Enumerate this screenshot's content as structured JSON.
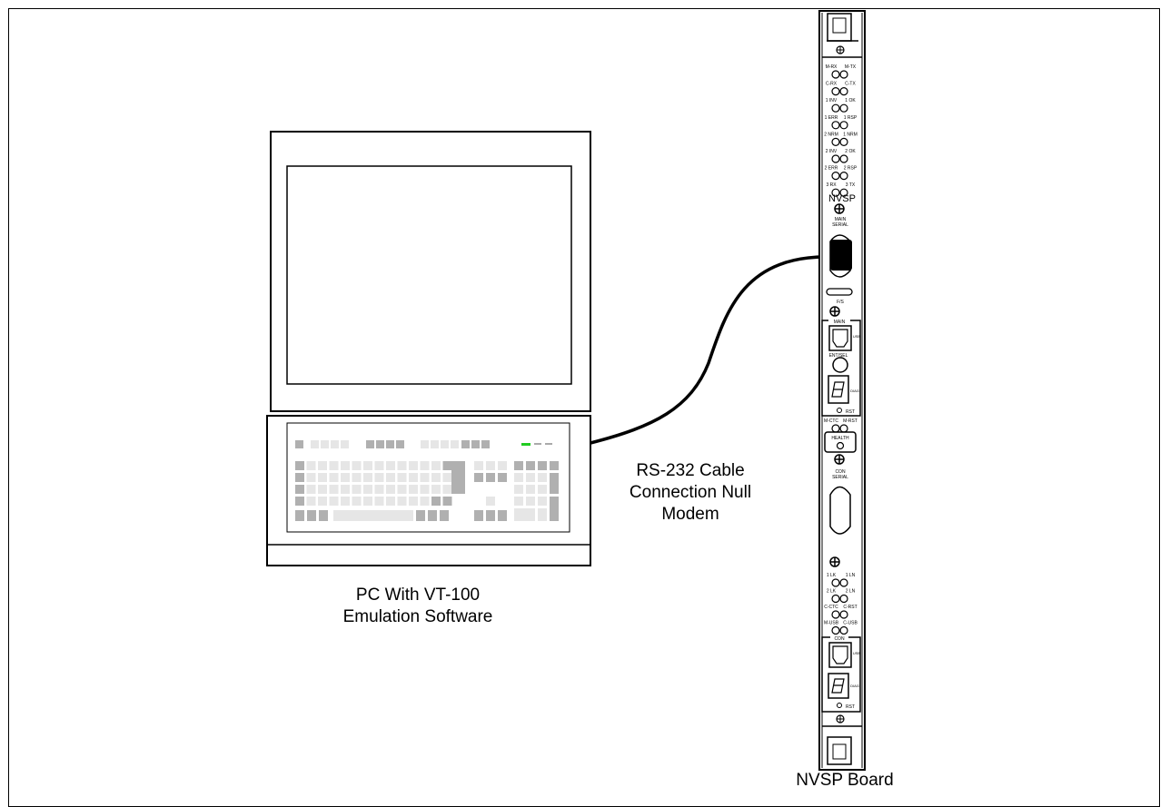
{
  "pc": {
    "caption_line1": "PC With VT-100",
    "caption_line2": "Emulation Software"
  },
  "cable": {
    "caption_line1": "RS-232 Cable",
    "caption_line2": "Connection Null",
    "caption_line3": "Modem"
  },
  "board": {
    "caption": "NVSP Board",
    "name_label": "NVSP",
    "top_led_labels": [
      [
        "M-RX",
        "M-TX"
      ],
      [
        "C-RX",
        "C-TX"
      ],
      [
        "1 INV",
        "1 OK"
      ],
      [
        "1 ERR",
        "1 RSP"
      ],
      [
        "2 NRM",
        "1 NRM"
      ],
      [
        "2 INV",
        "2 OK"
      ],
      [
        "2 ERR",
        "2 RSP"
      ],
      [
        "3 RX",
        "3 TX"
      ]
    ],
    "main_serial_label": [
      "MAIN",
      "SERIAL"
    ],
    "fs_label": "F/S",
    "main_section_label": "MAIN",
    "ent_sel_label": "ENT/SEL",
    "rst_label": "RST",
    "mid_led_labels": [
      "M-CTC",
      "M-RST"
    ],
    "health_label": "HEALTH",
    "con_serial_label": [
      "CON",
      "SERIAL"
    ],
    "bottom_led_labels": [
      [
        "1 LK",
        "1 LN"
      ],
      [
        "2 LK",
        "2 LN"
      ],
      [
        "C-CTC",
        "C-RST"
      ],
      [
        "M-USB",
        "C-USB"
      ]
    ],
    "con_section_label": "CON",
    "diag_label": "DIAG",
    "usb_label": "USB"
  },
  "colors": {
    "line": "#000000",
    "key_light": "#e6e6e6",
    "key_dark": "#b0b0b0",
    "indicator_green": "#22cc22"
  }
}
